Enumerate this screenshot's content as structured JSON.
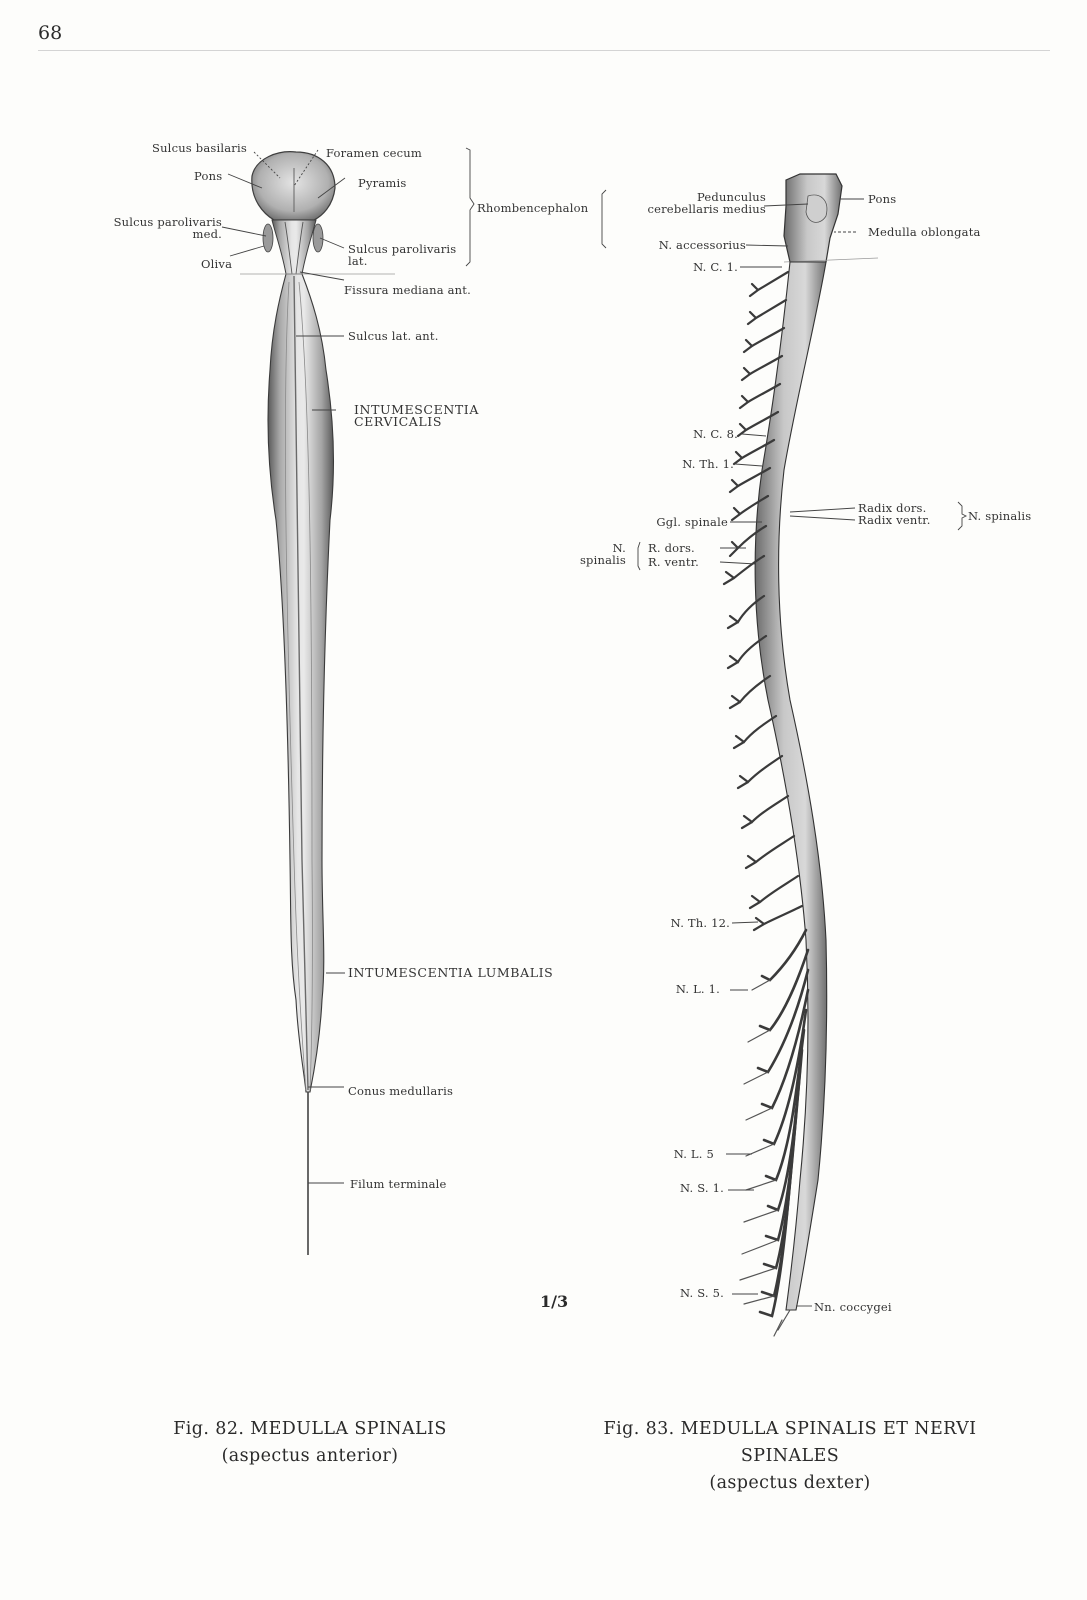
{
  "page": {
    "number": "68",
    "scale": "1/3"
  },
  "fig82": {
    "labels": {
      "sulcus_basilaris": "Sulcus basilaris",
      "foramen_cecum": "Foramen cecum",
      "pons": "Pons",
      "pyramis": "Pyramis",
      "sulcus_parolivaris_med_1": "Sulcus parolivaris",
      "sulcus_parolivaris_med_2": "med.",
      "oliva": "Oliva",
      "sulcus_parolivaris_lat_1": "Sulcus parolivaris",
      "sulcus_parolivaris_lat_2": "lat.",
      "rhombencephalon": "Rhombencephalon",
      "fissura_mediana": "Fissura mediana ant.",
      "sulcus_lat_ant": "Sulcus lat. ant.",
      "int_cervicalis_1": "INTUMESCENTIA",
      "int_cervicalis_2": "CERVICALIS",
      "int_lumbalis": "INTUMESCENTIA LUMBALIS",
      "conus": "Conus medullaris",
      "filum": "Filum terminale"
    },
    "caption": {
      "line1": "Fig. 82. MEDULLA SPINALIS",
      "line2": "(aspectus anterior)"
    }
  },
  "fig83": {
    "labels": {
      "pedunculus_1": "Pedunculus",
      "pedunculus_2": "cerebellaris medius",
      "pons": "Pons",
      "medulla_oblongata": "Medulla oblongata",
      "n_accessorius": "N. accessorius",
      "nc1": "N. C. 1.",
      "nc8": "N. C. 8.",
      "nth1": "N. Th. 1.",
      "radix_dors": "Radix dors.",
      "radix_ventr": "Radix ventr.",
      "n_spinalis": "N. spinalis",
      "ggl_spinale": "Ggl. spinale",
      "n_spinalis_left_1": "N.",
      "n_spinalis_left_2": "spinalis",
      "r_dors": "R. dors.",
      "r_ventr": "R. ventr.",
      "nth12": "N. Th. 12.",
      "nl1": "N. L. 1.",
      "nl5": "N. L. 5",
      "ns1": "N. S. 1.",
      "ns5": "N. S. 5.",
      "nn_coccygei": "Nn. coccygei"
    },
    "caption": {
      "line1": "Fig. 83. MEDULLA SPINALIS ET NERVI",
      "line2": "SPINALES",
      "line3": "(aspectus dexter)"
    }
  }
}
